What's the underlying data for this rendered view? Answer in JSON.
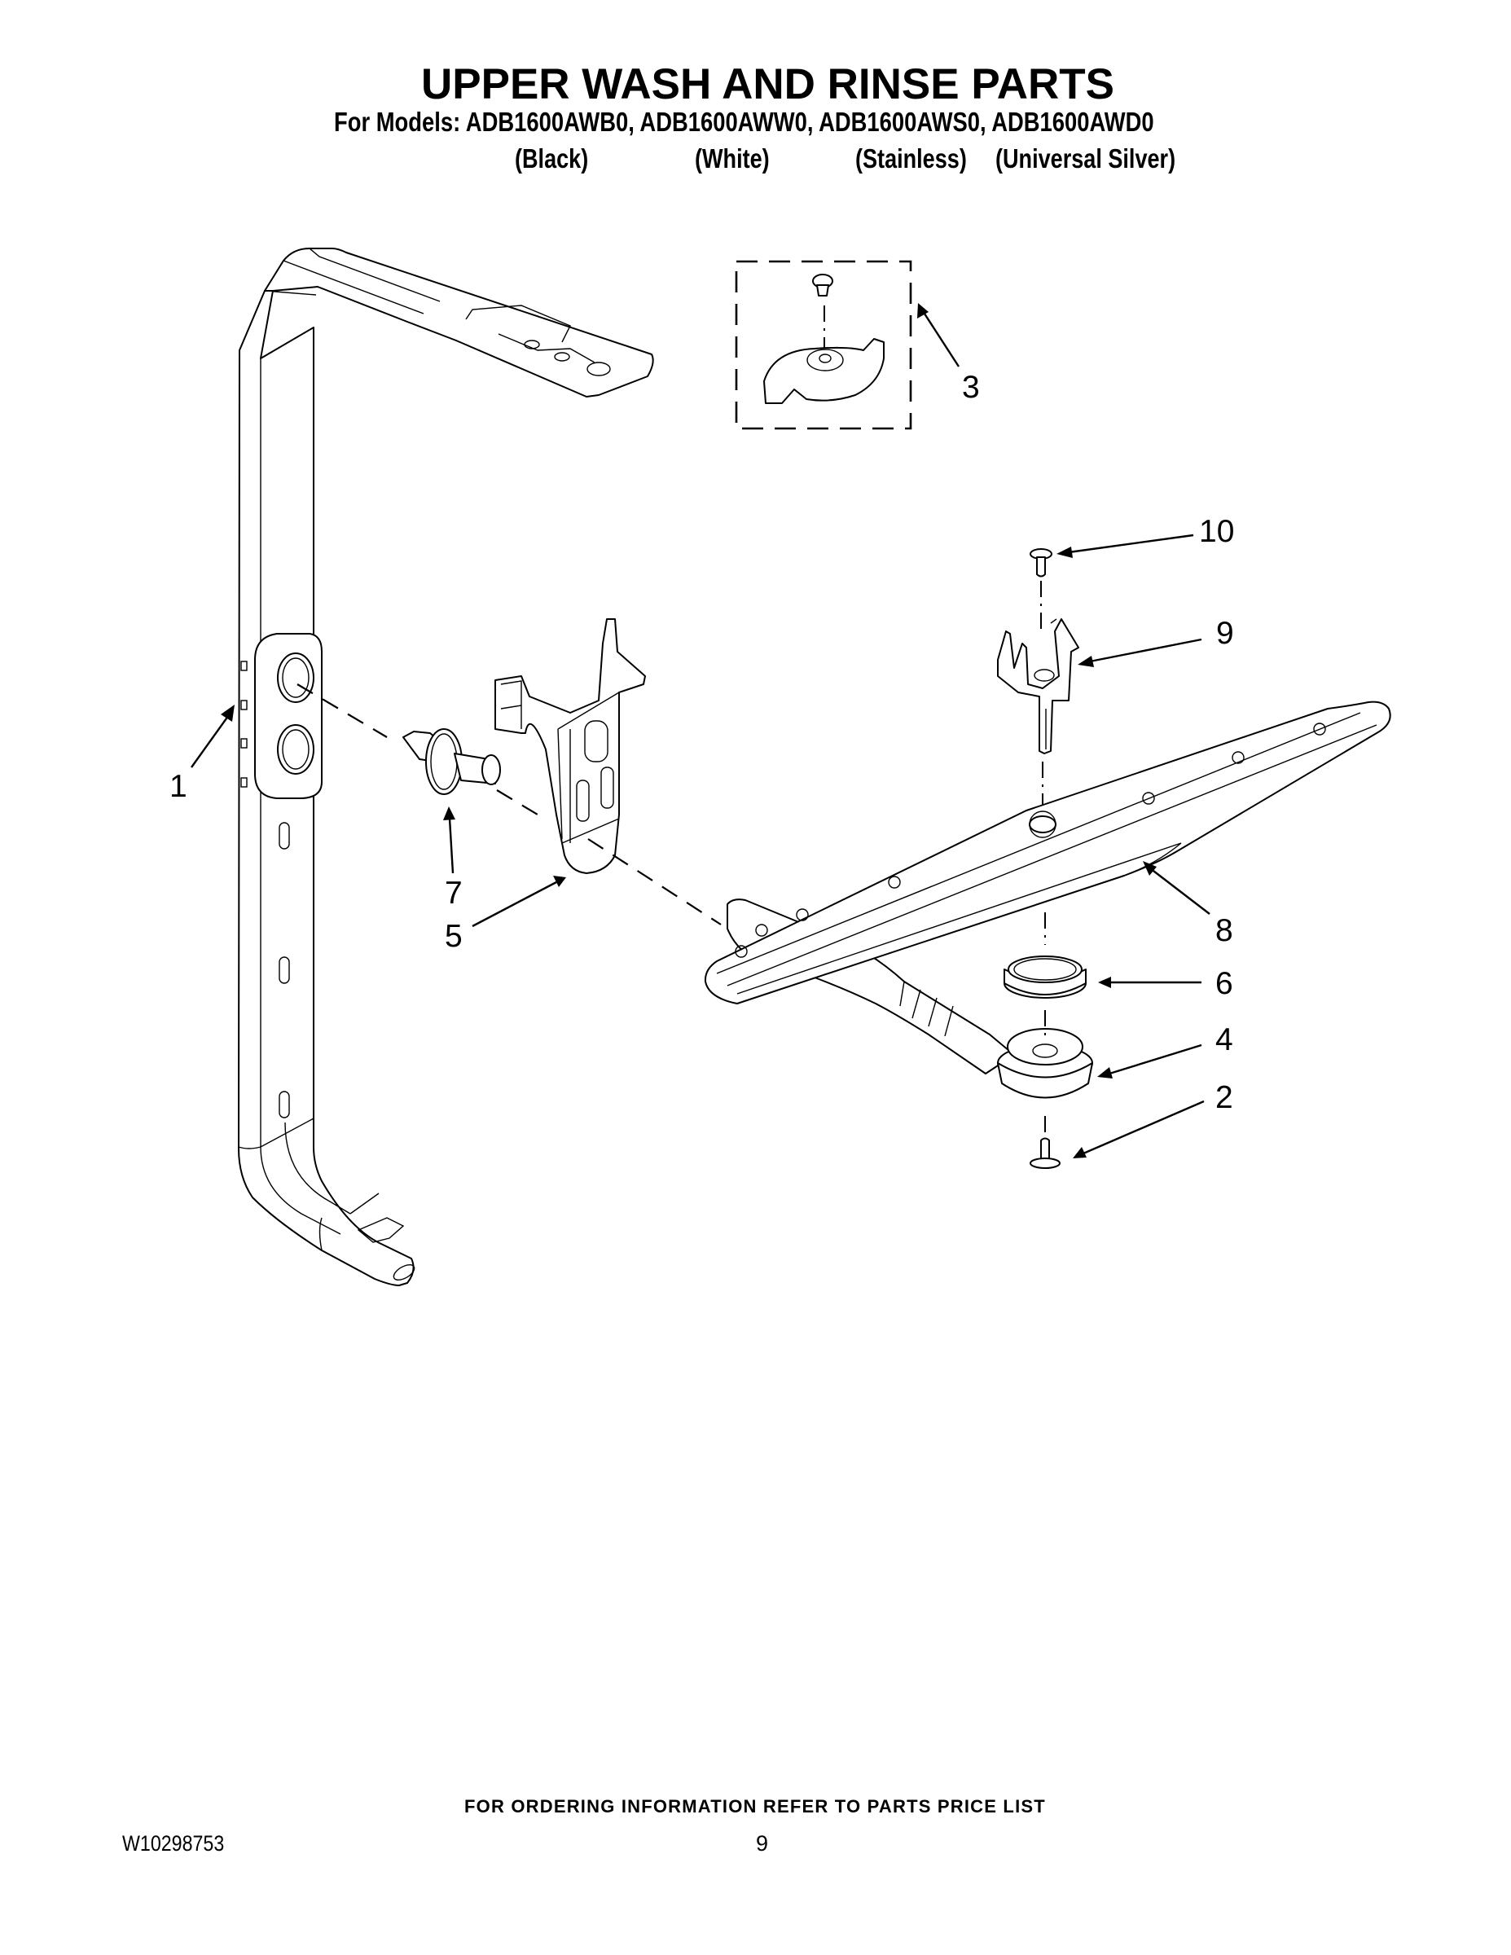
{
  "header": {
    "title": "UPPER WASH AND RINSE PARTS",
    "models_line": "For Models: ADB1600AWB0, ADB1600AWW0, ADB1600AWS0, ADB1600AWD0",
    "model_colors": [
      {
        "model": "ADB1600AWB0",
        "color": "(Black)"
      },
      {
        "model": "ADB1600AWW0",
        "color": "(White)"
      },
      {
        "model": "ADB1600AWS0",
        "color": "(Stainless)"
      },
      {
        "model": "ADB1600AWD0",
        "color": "(Universal Silver)"
      }
    ]
  },
  "diagram": {
    "callouts": [
      {
        "number": "1",
        "part": "upper wash arm supply tube"
      },
      {
        "number": "2",
        "part": "screw"
      },
      {
        "number": "3",
        "part": "dashed-box sub-assembly"
      },
      {
        "number": "4",
        "part": "spray arm manifold / bearing"
      },
      {
        "number": "5",
        "part": "tube bracket"
      },
      {
        "number": "6",
        "part": "ring"
      },
      {
        "number": "7",
        "part": "nozzle / connector"
      },
      {
        "number": "8",
        "part": "upper spray arm"
      },
      {
        "number": "9",
        "part": "spray arm support"
      },
      {
        "number": "10",
        "part": "screw"
      }
    ]
  },
  "footer": {
    "note": "FOR ORDERING INFORMATION REFER TO PARTS PRICE LIST",
    "doc_number": "W10298753",
    "page_number": "9"
  }
}
